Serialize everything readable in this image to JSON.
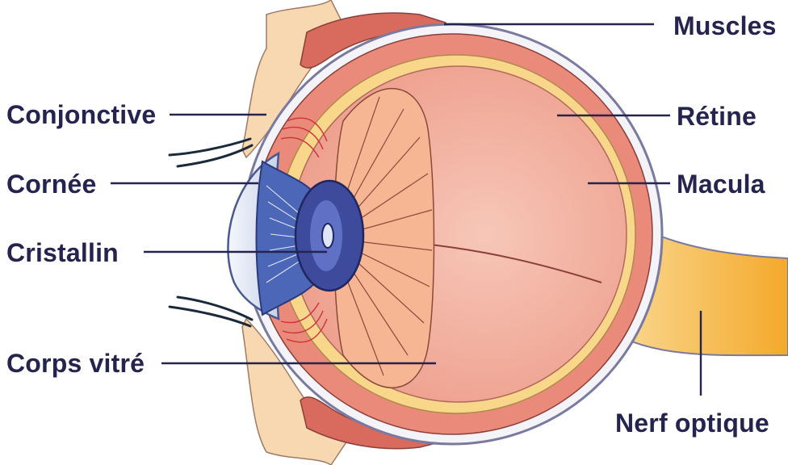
{
  "labels": {
    "muscles": "Muscles",
    "retine": "Rétine",
    "macula": "Macula",
    "nerf_optique": "Nerf optique",
    "conjonctive": "Conjonctive",
    "cornee": "Cornée",
    "cristallin": "Cristallin",
    "corps_vitre": "Corps vitré"
  },
  "colors": {
    "label_text": "#24244f",
    "skin": "#f8d8b0",
    "muscle": "#d86a5e",
    "sclera_outline": "#7a7aa0",
    "choroid": "#f8d78a",
    "vitreous": "#f2b5a6",
    "ciliary": "#f6b593",
    "cornea": "#e3eaf6",
    "iris": "#4c66b8",
    "lens": "#3e4a9c",
    "optic_nerve": "#f4b449"
  }
}
